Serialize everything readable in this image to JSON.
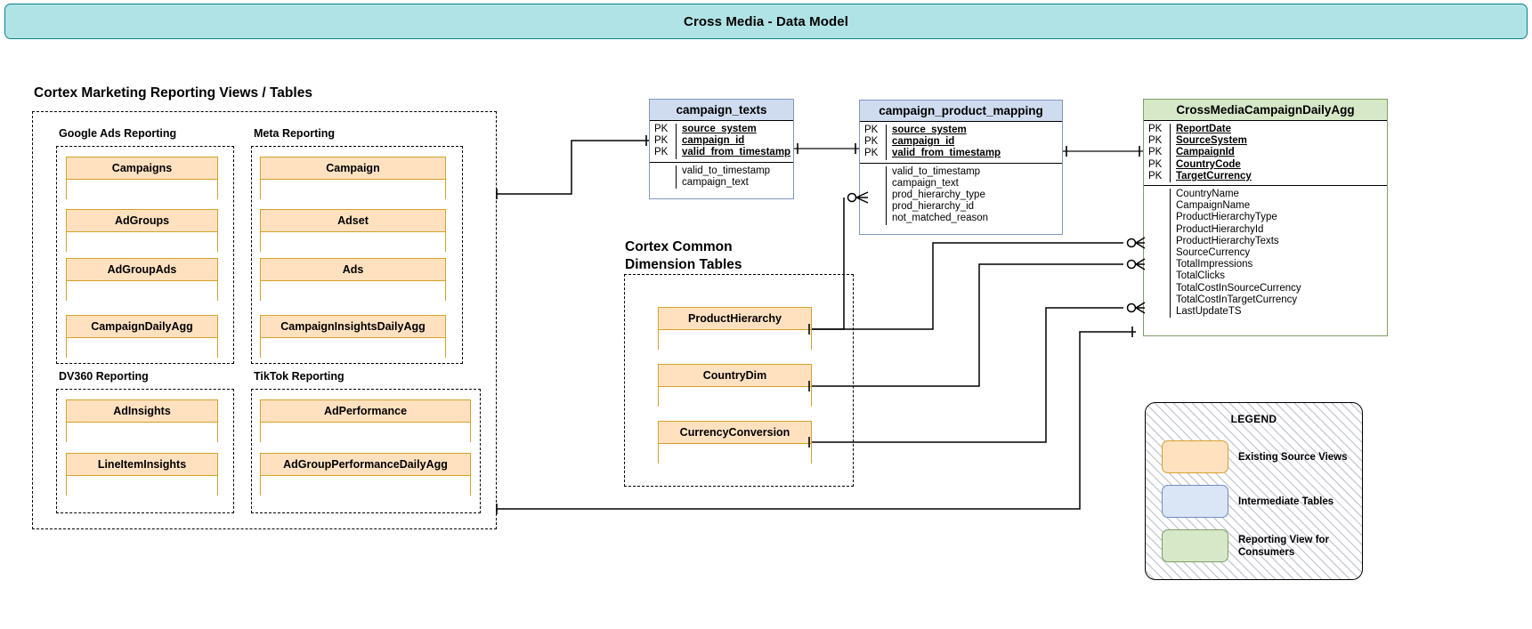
{
  "banner": {
    "title": "Cross Media - Data Model"
  },
  "sections": {
    "cortex_marketing": {
      "title": "Cortex Marketing Reporting Views / Tables"
    },
    "cortex_common": {
      "title_line1": "Cortex Common",
      "title_line2": "Dimension Tables"
    }
  },
  "groups": [
    {
      "name": "google_ads",
      "label": "Google Ads Reporting",
      "entities": [
        "Campaigns",
        "AdGroups",
        "AdGroupAds",
        "CampaignDailyAgg"
      ]
    },
    {
      "name": "meta",
      "label": "Meta Reporting",
      "entities": [
        "Campaign",
        "Adset",
        "Ads",
        "CampaignInsightsDailyAgg"
      ]
    },
    {
      "name": "dv360",
      "label": "DV360 Reporting",
      "entities": [
        "AdInsights",
        "LineItemInsights"
      ]
    },
    {
      "name": "tiktok",
      "label": "TikTok Reporting",
      "entities": [
        "AdPerformance",
        "AdGroupPerformanceDailyAgg"
      ]
    }
  ],
  "common_dimension_entities": [
    "ProductHierarchy",
    "CountryDim",
    "CurrencyConversion"
  ],
  "tables": [
    {
      "name": "campaign_texts",
      "title": "campaign_texts",
      "kind": "intermediate",
      "keys": [
        {
          "key": "PK",
          "name": "source_system"
        },
        {
          "key": "PK",
          "name": "campaign_id"
        },
        {
          "key": "PK",
          "name": "valid_from_timestamp"
        }
      ],
      "attributes": [
        "valid_to_timestamp",
        "campaign_text"
      ]
    },
    {
      "name": "campaign_product_mapping",
      "title": "campaign_product_mapping",
      "kind": "intermediate",
      "keys": [
        {
          "key": "PK",
          "name": "source_system"
        },
        {
          "key": "PK",
          "name": "campaign_id"
        },
        {
          "key": "PK",
          "name": "valid_from_timestamp"
        }
      ],
      "attributes": [
        "valid_to_timestamp",
        "campaign_text",
        "prod_hierarchy_type",
        "prod_hierarchy_id",
        "not_matched_reason"
      ]
    },
    {
      "name": "cross_media_campaign_daily_agg",
      "title": "CrossMediaCampaignDailyAgg",
      "kind": "reporting",
      "keys": [
        {
          "key": "PK",
          "name": "ReportDate"
        },
        {
          "key": "PK",
          "name": "SourceSystem"
        },
        {
          "key": "PK",
          "name": "CampaignId"
        },
        {
          "key": "PK",
          "name": "CountryCode"
        },
        {
          "key": "PK",
          "name": "TargetCurrency"
        }
      ],
      "attributes": [
        "CountryName",
        "CampaignName",
        "ProductHierarchyType",
        "ProductHierarchyId",
        "ProductHierarchyTexts",
        "SourceCurrency",
        "TotalImpressions",
        "TotalClicks",
        "TotalCostInSourceCurrency",
        "TotalCostInTargetCurrency",
        "LastUpdateTS"
      ]
    }
  ],
  "legend": {
    "title": "LEGEND",
    "items": [
      {
        "label": "Existing Source Views",
        "color": "#ffe1c0",
        "border": "#d6a029"
      },
      {
        "label": "Intermediate Tables",
        "color": "#dae5f5",
        "border": "#6f8cbe"
      },
      {
        "label": "Reporting View for Consumers",
        "color": "#d6e8c8",
        "border": "#7f9e66"
      }
    ]
  },
  "colors": {
    "banner_bg": "#b0e3e6",
    "banner_border": "#0e8088",
    "source_view": "#ffe1c0",
    "intermediate": "#cfdcf0",
    "reporting": "#d6e8c8"
  }
}
